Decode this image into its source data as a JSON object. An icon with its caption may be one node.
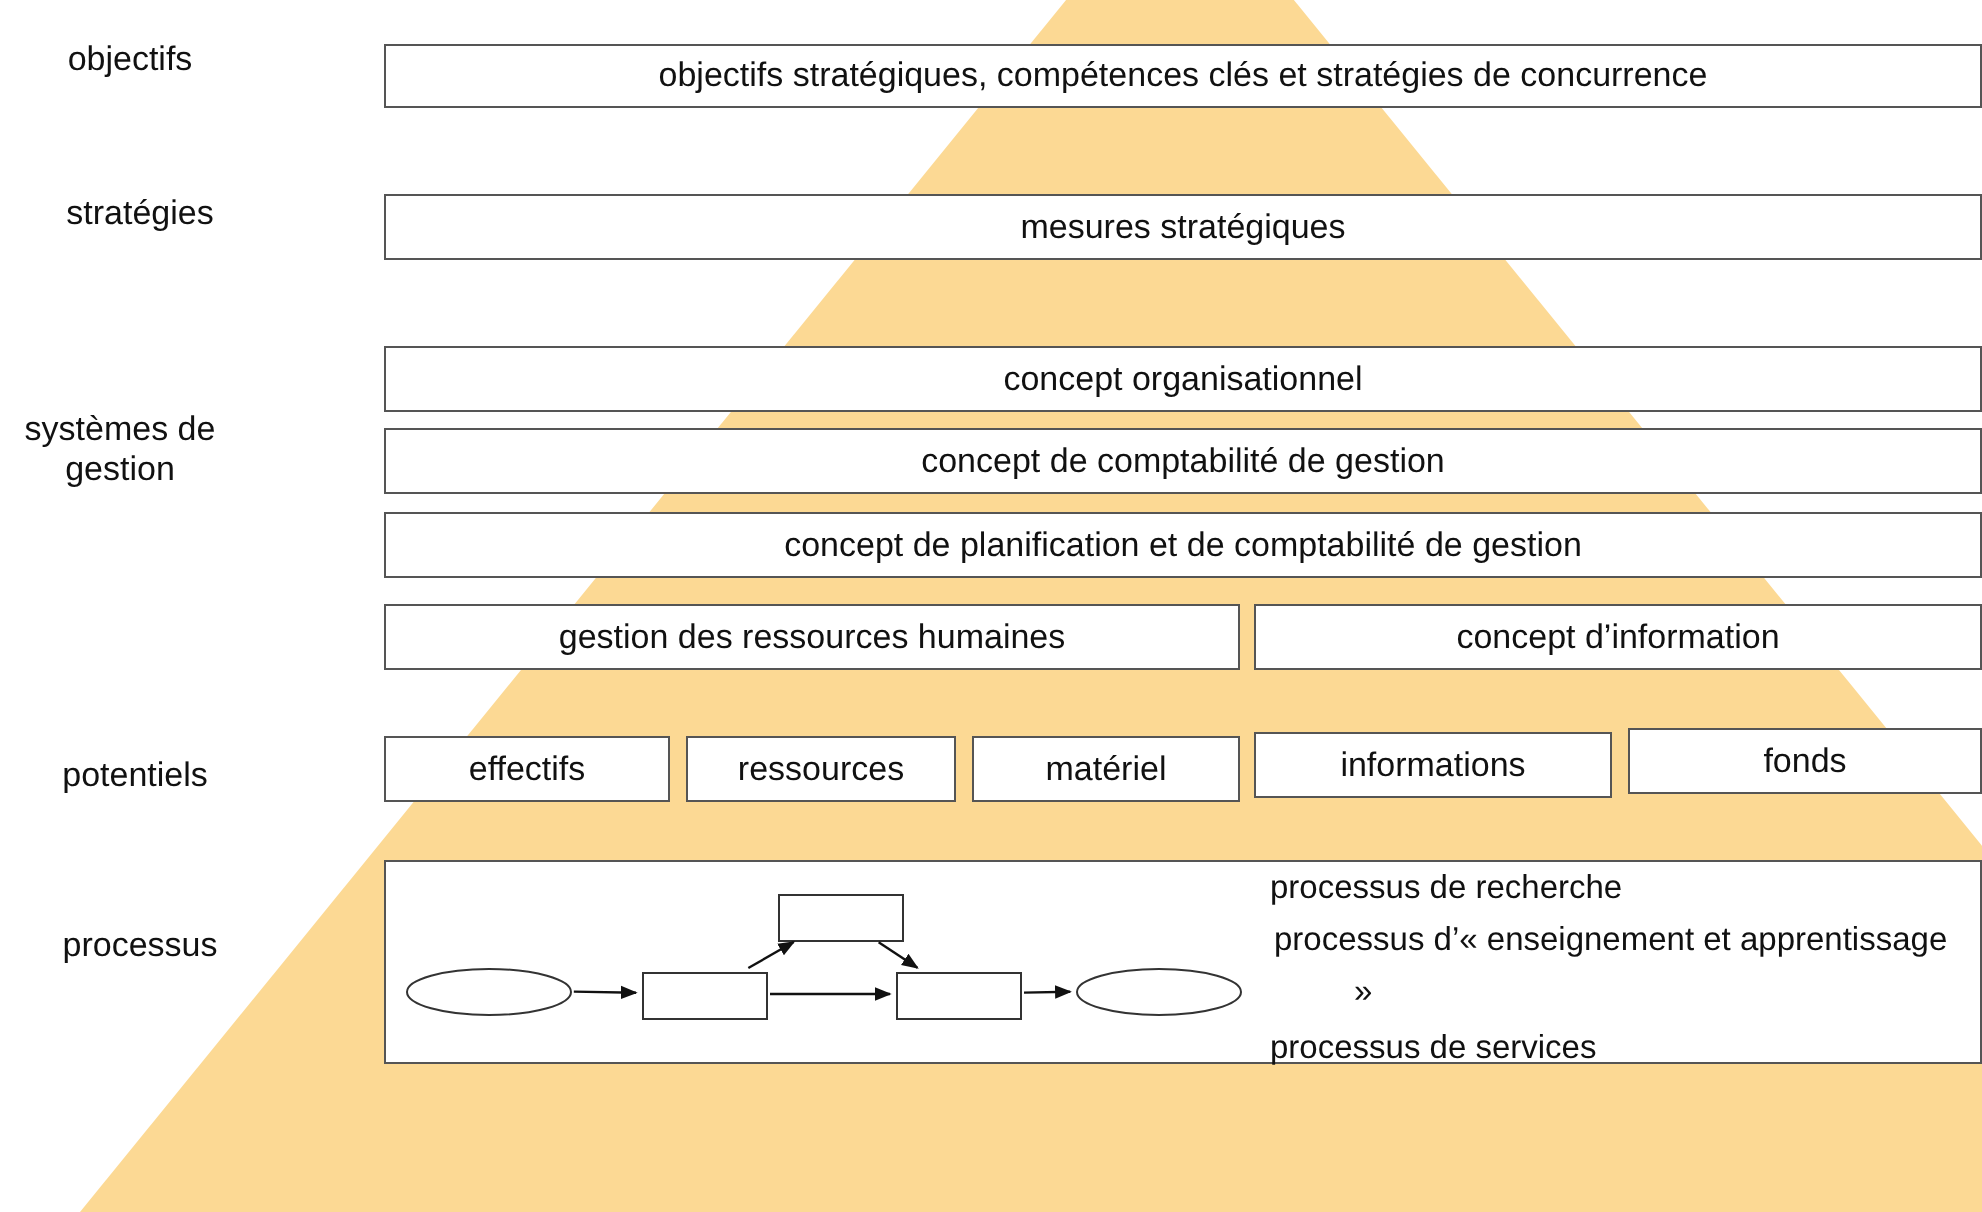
{
  "diagram": {
    "nodes": [
      {
        "text": [
          "objectifs stratégiques, compétences clés et stratégies de concurrence"
        ]
      },
      {
        "text": [
          "mesures stratégiques"
        ]
      },
      {
        "text": [
          "concept organisationnel"
        ]
      },
      {
        "text": [
          "concept de comptabilité de gestion"
        ]
      },
      {
        "text": [
          "concept de planification et de comptabilité de gestion"
        ]
      },
      {
        "text": [
          "gestion des ressources humaines"
        ]
      },
      {
        "text": [
          "concept d’information"
        ]
      },
      {
        "text": [
          "effectifs"
        ]
      },
      {
        "text": [
          "ressources"
        ]
      },
      {
        "text": [
          "matériel"
        ]
      },
      {
        "text": [
          "informations"
        ]
      },
      {
        "text": [
          "fonds"
        ]
      },
      {
        "text": [
          "processus de recherche",
          "processus d’« enseignement et apprentissage »",
          "processus de services"
        ]
      },
      {
        "text": [],
        "shape": "ellipse",
        "in": 12
      },
      {
        "text": [],
        "shape": "box",
        "in": 12
      },
      {
        "text": [],
        "shape": "box",
        "in": 12
      },
      {
        "text": [],
        "shape": "box",
        "in": 12
      },
      {
        "text": [],
        "shape": "ellipse",
        "in": 12
      }
    ],
    "edges": [
      {
        "from": 13,
        "to": 14,
        "arrow": "to"
      },
      {
        "from": 14,
        "to": 15,
        "arrow": "to"
      },
      {
        "from": 15,
        "to": 16,
        "arrow": "to"
      },
      {
        "from": 14,
        "to": 16,
        "arrow": "to"
      },
      {
        "from": 16,
        "to": 17,
        "arrow": "to"
      }
    ],
    "labels": [
      "objectifs",
      "stratégies",
      "systèmes de gestion",
      "potentiels",
      "processus"
    ]
  }
}
